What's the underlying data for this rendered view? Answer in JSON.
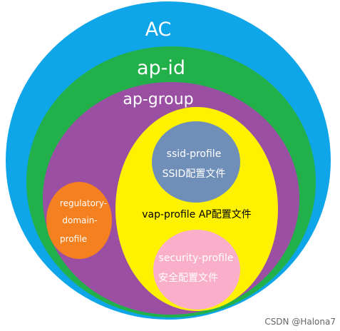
{
  "diagram": {
    "ac": {
      "label": "AC",
      "color": "#0ea5e9"
    },
    "ap_id": {
      "label": "ap-id",
      "color": "#22b04b"
    },
    "ap_group": {
      "label": "ap-group",
      "color": "#9b4fa3"
    },
    "vap_profile": {
      "label": "vap-profile AP配置文件",
      "color": "#fff200"
    },
    "ssid_profile": {
      "line1": "ssid-profile",
      "line2": "SSID配置文件",
      "color": "#6f8fb8"
    },
    "security_profile": {
      "line1": "security-profile",
      "line2": "安全配置文件",
      "color": "#f9afc9"
    },
    "regulatory_domain_profile": {
      "line1": "regulatory-",
      "line2": "domain-",
      "line3": "profile",
      "color": "#f5801f"
    }
  },
  "watermark": "CSDN @Halona7"
}
